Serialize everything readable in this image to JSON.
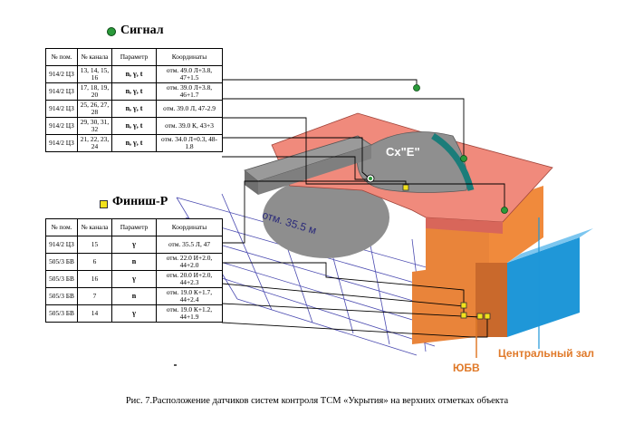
{
  "legend": {
    "signal_title": "Сигнал",
    "finish_title": "Финиш-Р"
  },
  "signal_table": {
    "headers": [
      "№ пом.",
      "№ канала",
      "Параметр",
      "Координаты"
    ],
    "rows": [
      {
        "room": "914/2 ЦЗ",
        "channels": "13, 14, 15, 16",
        "param": "n, γ, t",
        "coord": "отм. 49.0 Л+3.8, 47+1.5"
      },
      {
        "room": "914/2 ЦЗ",
        "channels": "17, 18, 19, 20",
        "param": "n, γ, t",
        "coord": "отм. 39.0 Л+3.8, 46+1.7"
      },
      {
        "room": "914/2 ЦЗ",
        "channels": "25, 26, 27, 28",
        "param": "n, γ, t",
        "coord": "отм. 39.0 Л, 47-2.9"
      },
      {
        "room": "914/2 ЦЗ",
        "channels": "29, 30, 31, 32",
        "param": "n, γ, t",
        "coord": "отм. 39.0 К, 43+3"
      },
      {
        "room": "914/2 ЦЗ",
        "channels": "21, 22, 23, 24",
        "param": "n, γ, t",
        "coord": "отм. 34.0 Л+0.3, 48-1.8"
      }
    ]
  },
  "finish_table": {
    "headers": [
      "№ пом.",
      "№ канала",
      "Параметр",
      "Координаты"
    ],
    "rows": [
      {
        "room": "914/2 ЦЗ",
        "channels": "15",
        "param": "γ",
        "coord": "отм. 35.5 Л, 47"
      },
      {
        "room": "505/3 БВ",
        "channels": "6",
        "param": "n",
        "coord": "отм. 22.0 И+2.0, 44+2.0"
      },
      {
        "room": "505/3 БВ",
        "channels": "16",
        "param": "γ",
        "coord": "отм. 20.0 И+2.0, 44+2.3"
      },
      {
        "room": "505/3 БВ",
        "channels": "7",
        "param": "n",
        "coord": "отм. 19.0 К+1.7, 44+2.4"
      },
      {
        "room": "505/3 БВ",
        "channels": "14",
        "param": "γ",
        "coord": "отм. 19.0 К+1.2, 44+1.9"
      }
    ]
  },
  "diagram": {
    "shelter_label": "Сх\"Е\"",
    "elevation_label": "отм. 35.5 м",
    "yubv_label": "ЮБВ",
    "central_hall_label": "Центральный зал"
  },
  "caption": "Рис. 7.Расположение датчиков систем контроля ТСМ «Укрытия» на верхних отметках объекта",
  "colors": {
    "signal_marker": "#2a9a3a",
    "finish_marker": "#f2e21c",
    "roof": "#f08a7c",
    "walls": "#e9843a",
    "central_hall": "#1f97d8",
    "grid": "#4a4ab0",
    "label_orange": "#e07a2a"
  }
}
